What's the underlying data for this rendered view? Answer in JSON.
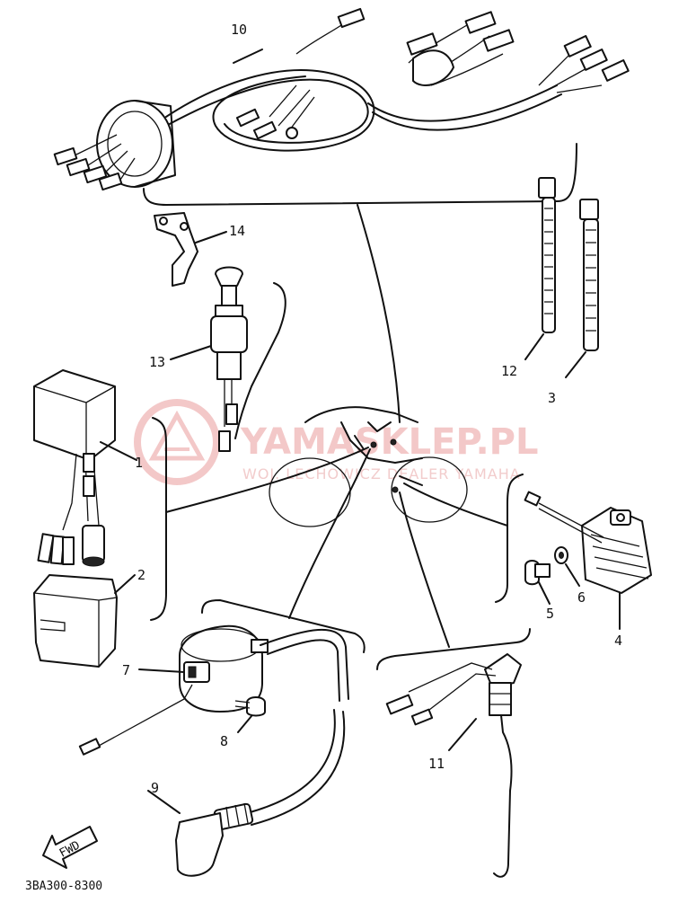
{
  "watermark": {
    "brand": "YAMASKLEP.PL",
    "tagline": "WOJ. LECHOWICZ DEALER YAMAHA",
    "color": "#f3c8c8"
  },
  "diagram_code": "3BA300-8300",
  "fwd_label": "FWD",
  "callouts": {
    "c1": "1",
    "c2": "2",
    "c3": "3",
    "c4": "4",
    "c5": "5",
    "c6": "6",
    "c7": "7",
    "c8": "8",
    "c9": "9",
    "c10": "10",
    "c11": "11",
    "c12": "12",
    "c13": "13",
    "c14": "14"
  }
}
